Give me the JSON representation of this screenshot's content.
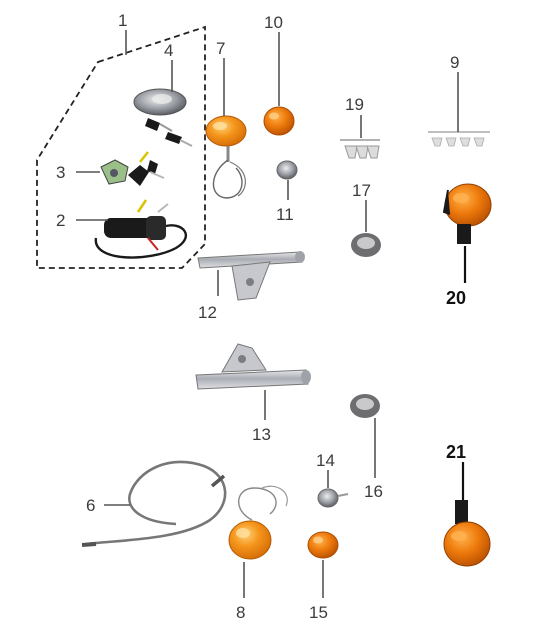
{
  "colors": {
    "amber_lens": "#f08a10",
    "amber_highlight": "#ffc45a",
    "chrome": "#b9bcc2",
    "chrome_dark": "#7d8088",
    "black": "#1a1a1a",
    "wire": "#444444",
    "bracket_line": "#222222"
  },
  "callouts": [
    {
      "id": "1",
      "label": "1"
    },
    {
      "id": "2",
      "label": "2"
    },
    {
      "id": "3",
      "label": "3"
    },
    {
      "id": "4",
      "label": "4"
    },
    {
      "id": "6",
      "label": "6"
    },
    {
      "id": "7",
      "label": "7"
    },
    {
      "id": "8",
      "label": "8"
    },
    {
      "id": "9",
      "label": "9"
    },
    {
      "id": "10",
      "label": "10"
    },
    {
      "id": "11",
      "label": "11"
    },
    {
      "id": "12",
      "label": "12"
    },
    {
      "id": "13",
      "label": "13"
    },
    {
      "id": "14",
      "label": "14"
    },
    {
      "id": "15",
      "label": "15"
    },
    {
      "id": "16",
      "label": "16"
    },
    {
      "id": "17",
      "label": "17"
    },
    {
      "id": "19",
      "label": "19"
    },
    {
      "id": "20",
      "label": "20"
    },
    {
      "id": "21",
      "label": "21"
    }
  ]
}
